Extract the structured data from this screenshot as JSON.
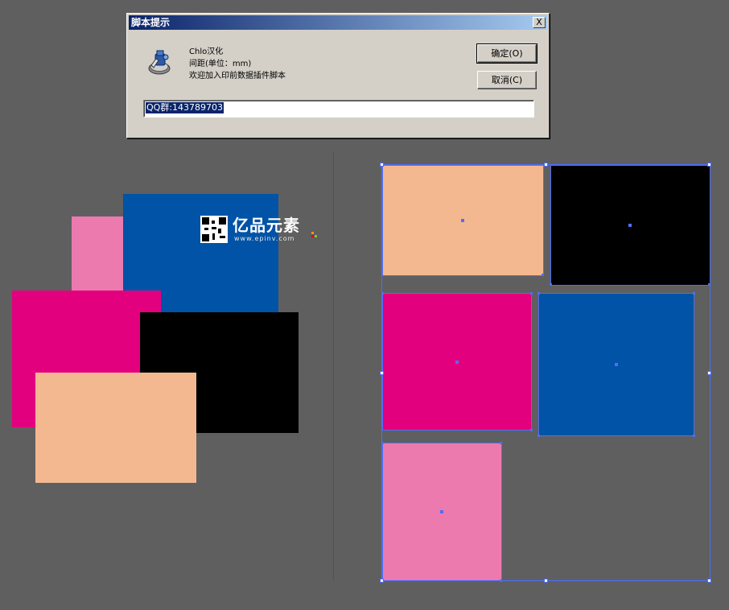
{
  "dialog": {
    "title": "脚本提示",
    "close_glyph": "X",
    "message_lines": [
      "Chlo汉化",
      "间距(单位：mm)",
      "欢迎加入印前数据插件脚本"
    ],
    "ok_label": "确定(O)",
    "cancel_label": "取消(C)",
    "input_value": "QQ群:143789703",
    "icon": "script-gear-icon"
  },
  "watermark": {
    "name": "亿品元素",
    "url": "www.epinv.com"
  },
  "colors": {
    "canvas": "#5f5f5f",
    "peach": "#f4b891",
    "black": "#000000",
    "magenta": "#e3007f",
    "blue": "#0053a6",
    "pink": "#ec7aae",
    "selection": "#4f6ef7",
    "divider": "#b0245a"
  },
  "left_group": [
    {
      "name": "pink-rect",
      "color": "pink"
    },
    {
      "name": "blue-rect",
      "color": "blue"
    },
    {
      "name": "magenta-rect",
      "color": "magenta"
    },
    {
      "name": "black-rect",
      "color": "black"
    },
    {
      "name": "peach-rect",
      "color": "peach"
    }
  ],
  "right_group": [
    {
      "name": "peach-rect-arranged",
      "color": "peach"
    },
    {
      "name": "black-rect-arranged",
      "color": "black"
    },
    {
      "name": "magenta-rect-arranged",
      "color": "magenta"
    },
    {
      "name": "blue-rect-arranged",
      "color": "blue"
    },
    {
      "name": "pink-rect-arranged",
      "color": "pink"
    }
  ]
}
